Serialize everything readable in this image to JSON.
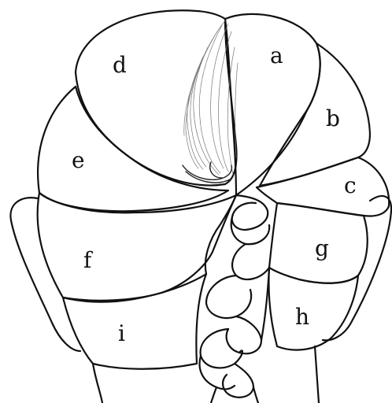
{
  "colors": {
    "ink": "#111111",
    "background": "#ffffff"
  },
  "labels": {
    "a": "a",
    "b": "b",
    "c": "c",
    "d": "d",
    "e": "e",
    "f": "f",
    "g": "g",
    "h": "h",
    "i": "i"
  }
}
